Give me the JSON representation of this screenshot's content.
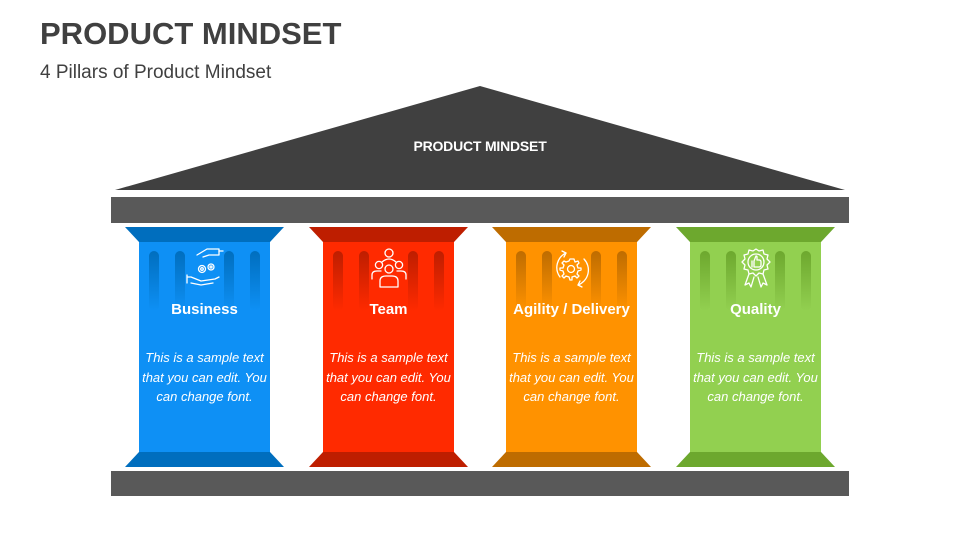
{
  "header": {
    "title": "PRODUCT MINDSET",
    "subtitle": "4 Pillars of Product Mindset"
  },
  "roof": {
    "label": "PRODUCT MINDSET",
    "color": "#404040"
  },
  "structure": {
    "beam_color": "#595959",
    "foundation_color": "#595959"
  },
  "pillars": [
    {
      "title": "Business",
      "text": "This is a sample text that you can edit. You can change font.",
      "icon": "handshake-gears-icon",
      "body_color": "#0E90F5",
      "accent_color": "#006EBE"
    },
    {
      "title": "Team",
      "text": "This is a sample text that you can edit. You can change font.",
      "icon": "team-people-icon",
      "body_color": "#FF2A00",
      "accent_color": "#BE1E00"
    },
    {
      "title": "Agility / Delivery",
      "text": "This is a sample text that you can edit. You can change font.",
      "icon": "gear-cycle-icon",
      "body_color": "#FF9200",
      "accent_color": "#BE6C00"
    },
    {
      "title": "Quality",
      "text": "This is a sample text that you can edit. You can change font.",
      "icon": "award-thumbs-up-icon",
      "body_color": "#92D050",
      "accent_color": "#6DA82E"
    }
  ]
}
